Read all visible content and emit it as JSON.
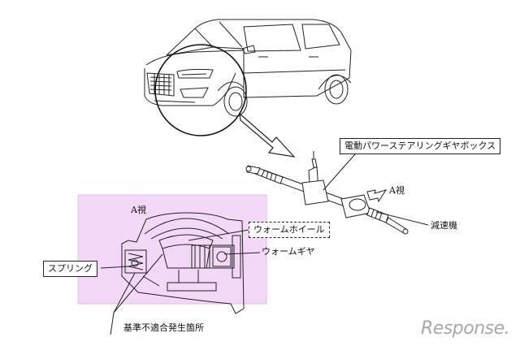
{
  "labels": {
    "gearbox": "電動パワーステアリングギヤボックス",
    "view_a_arrow": "A視",
    "reducer": "減速機",
    "view_a_panel": "A視",
    "worm_wheel": "ウォームホイール",
    "worm_gear": "ウォームギヤ",
    "spring": "スプリング",
    "nonconformity": "基準不適合発生箇所"
  },
  "watermark": "Response.",
  "colors": {
    "panel_fill": "#f3d9f7",
    "line": "#1e1e1e",
    "watermark": "#a7a7a7"
  }
}
